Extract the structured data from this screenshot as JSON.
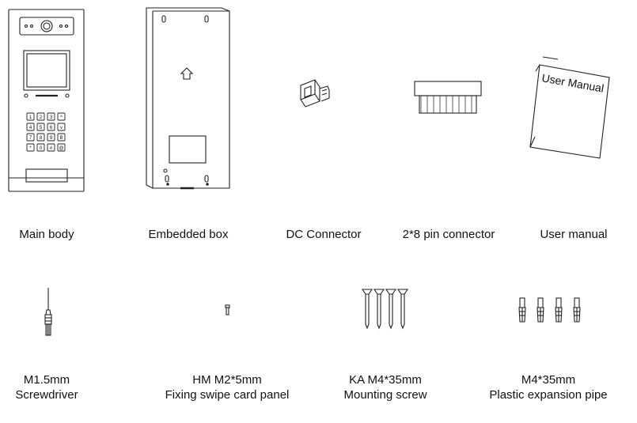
{
  "row1": [
    {
      "id": "main-body",
      "label": "Main body"
    },
    {
      "id": "embedded-box",
      "label": "Embedded box"
    },
    {
      "id": "dc-connector",
      "label": "DC Connector"
    },
    {
      "id": "pin-connector",
      "label": "2*8 pin connector"
    },
    {
      "id": "user-manual",
      "label": "User manual"
    }
  ],
  "row2": [
    {
      "id": "screwdriver",
      "line1": "M1.5mm",
      "line2": "Screwdriver"
    },
    {
      "id": "hm-screw",
      "line1": "HM M2*5mm",
      "line2": "Fixing swipe card panel"
    },
    {
      "id": "ka-screw",
      "line1": "KA M4*35mm",
      "line2": "Mounting screw"
    },
    {
      "id": "expansion-pipe",
      "line1": "M4*35mm",
      "line2": "Plastic expansion pipe"
    }
  ],
  "manual_cover_text": "User Manual",
  "keypad_keys": [
    "1",
    "2",
    "3",
    "^",
    "4",
    "5",
    "6",
    "v",
    "7",
    "8",
    "9",
    "B",
    "*",
    "0",
    "#",
    "@"
  ]
}
